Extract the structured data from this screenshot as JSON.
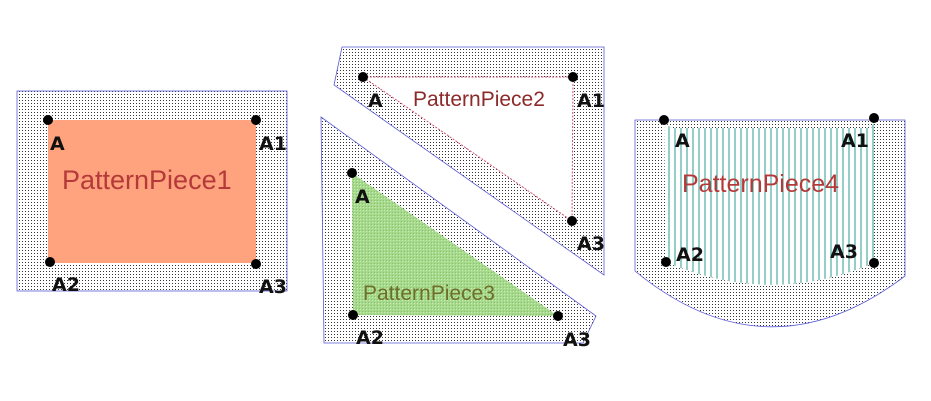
{
  "pieces": [
    {
      "name": "PatternPiece1",
      "name_color": "#b43a3a",
      "fill_color": "#ffa27e",
      "fill_style": "solid",
      "points": {
        "A": "A",
        "A1": "A1",
        "A2": "A2",
        "A3": "A3"
      }
    },
    {
      "name": "PatternPiece2",
      "name_color": "#8c2a2a",
      "fill_color": "#ffffff",
      "fill_style": "none",
      "points": {
        "A": "A",
        "A1": "A1",
        "A3": "A3"
      }
    },
    {
      "name": "PatternPiece3",
      "name_color": "#6e6e2a",
      "fill_color": "#a6d98c",
      "fill_style": "crosshatch",
      "points": {
        "A": "A",
        "A2": "A2",
        "A3": "A3"
      }
    },
    {
      "name": "PatternPiece4",
      "name_color": "#b43a3a",
      "fill_color": "#2a9c8c",
      "fill_style": "vertical-lines",
      "points": {
        "A": "A",
        "A1": "A1",
        "A2": "A2",
        "A3": "A3"
      }
    }
  ],
  "colors": {
    "seam_allowance_dots": "#333333",
    "seam_outline": "#5b5bd6",
    "point_marker": "#000000",
    "piece2_outline": "#d05070"
  }
}
